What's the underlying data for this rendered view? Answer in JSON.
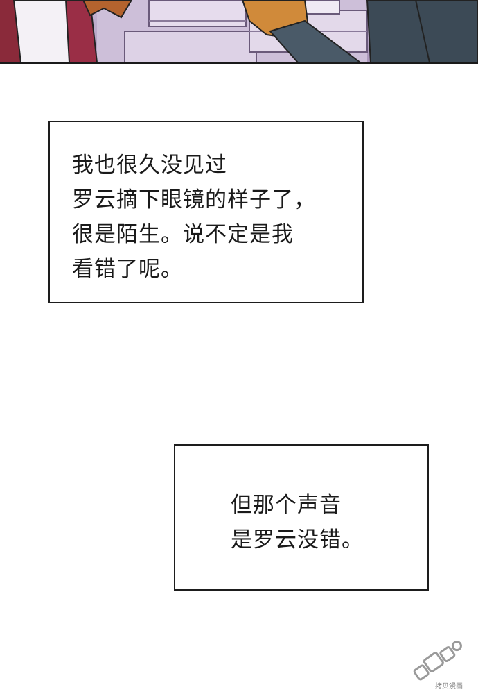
{
  "captions": [
    {
      "text": "我也很久没见过\n罗云摘下眼镜的样子了，\n很是陌生。说不定是我\n看错了呢。"
    },
    {
      "text": "但那个声音\n是罗云没错。"
    }
  ],
  "watermark": {
    "text": "拷贝漫画"
  },
  "colors": {
    "border": "#1d1d1d",
    "panel_bg": "#b7a6c6"
  }
}
